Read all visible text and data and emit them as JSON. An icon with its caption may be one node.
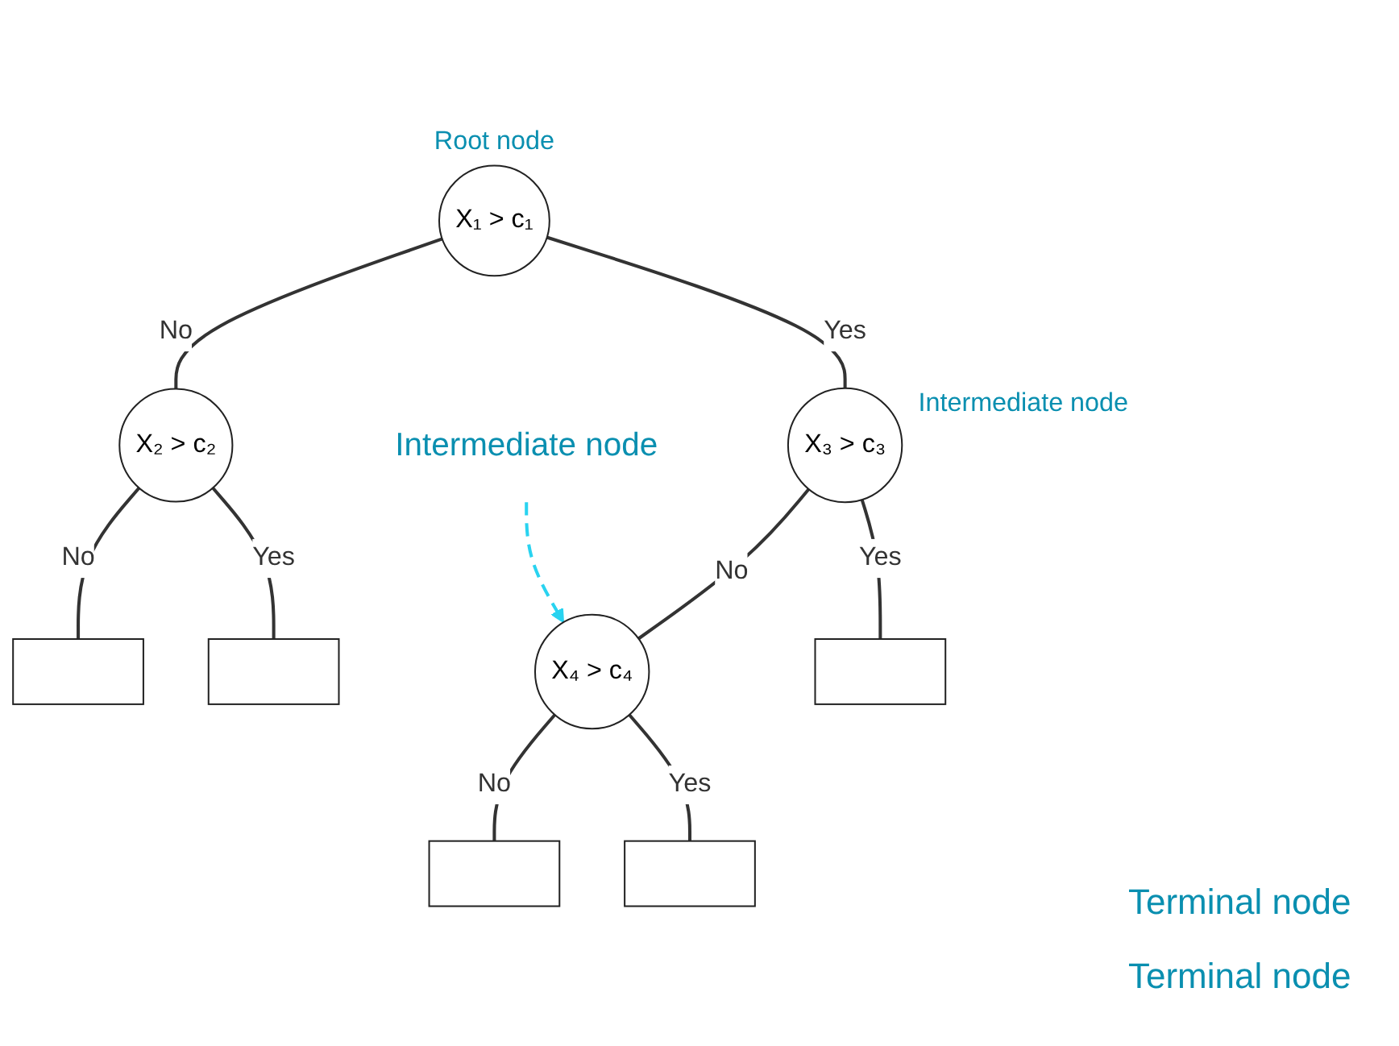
{
  "diagram": {
    "nodes": [
      {
        "text": [
          "X₁ > c₁"
        ],
        "beside": [
          "Root node"
        ]
      },
      {
        "text": [
          "X₂ > c₂"
        ]
      },
      {
        "text": [
          "X₃ > c₃"
        ],
        "beside": [
          "Intermediate node"
        ]
      },
      {
        "text": [],
        "shape": "box"
      },
      {
        "text": [],
        "shape": "box"
      },
      {
        "text": [
          "X₄ > c₄"
        ]
      },
      {
        "text": [],
        "shape": "box"
      },
      {
        "text": [
          "Intermediate node"
        ]
      },
      {
        "text": [],
        "shape": "box"
      },
      {
        "text": [],
        "shape": "box"
      }
    ],
    "edges": [
      {
        "from": 0,
        "to": 1,
        "arrow": "none",
        "label": "No"
      },
      {
        "from": 0,
        "to": 2,
        "arrow": "none",
        "label": "Yes"
      },
      {
        "from": 1,
        "to": 3,
        "arrow": "none",
        "label": "No"
      },
      {
        "from": 1,
        "to": 4,
        "arrow": "none",
        "label": "Yes"
      },
      {
        "from": 2,
        "to": 5,
        "arrow": "none",
        "label": "No"
      },
      {
        "from": 2,
        "to": 6,
        "arrow": "none",
        "label": "Yes"
      },
      {
        "from": 5,
        "to": 8,
        "arrow": "none",
        "label": "No"
      },
      {
        "from": 5,
        "to": 9,
        "arrow": "none",
        "label": "Yes"
      },
      {
        "from": 7,
        "to": 5,
        "arrow": "to",
        "style": "dashed",
        "color": "#29d3f0"
      }
    ],
    "labels": [
      "Terminal node",
      "Terminal node"
    ]
  }
}
